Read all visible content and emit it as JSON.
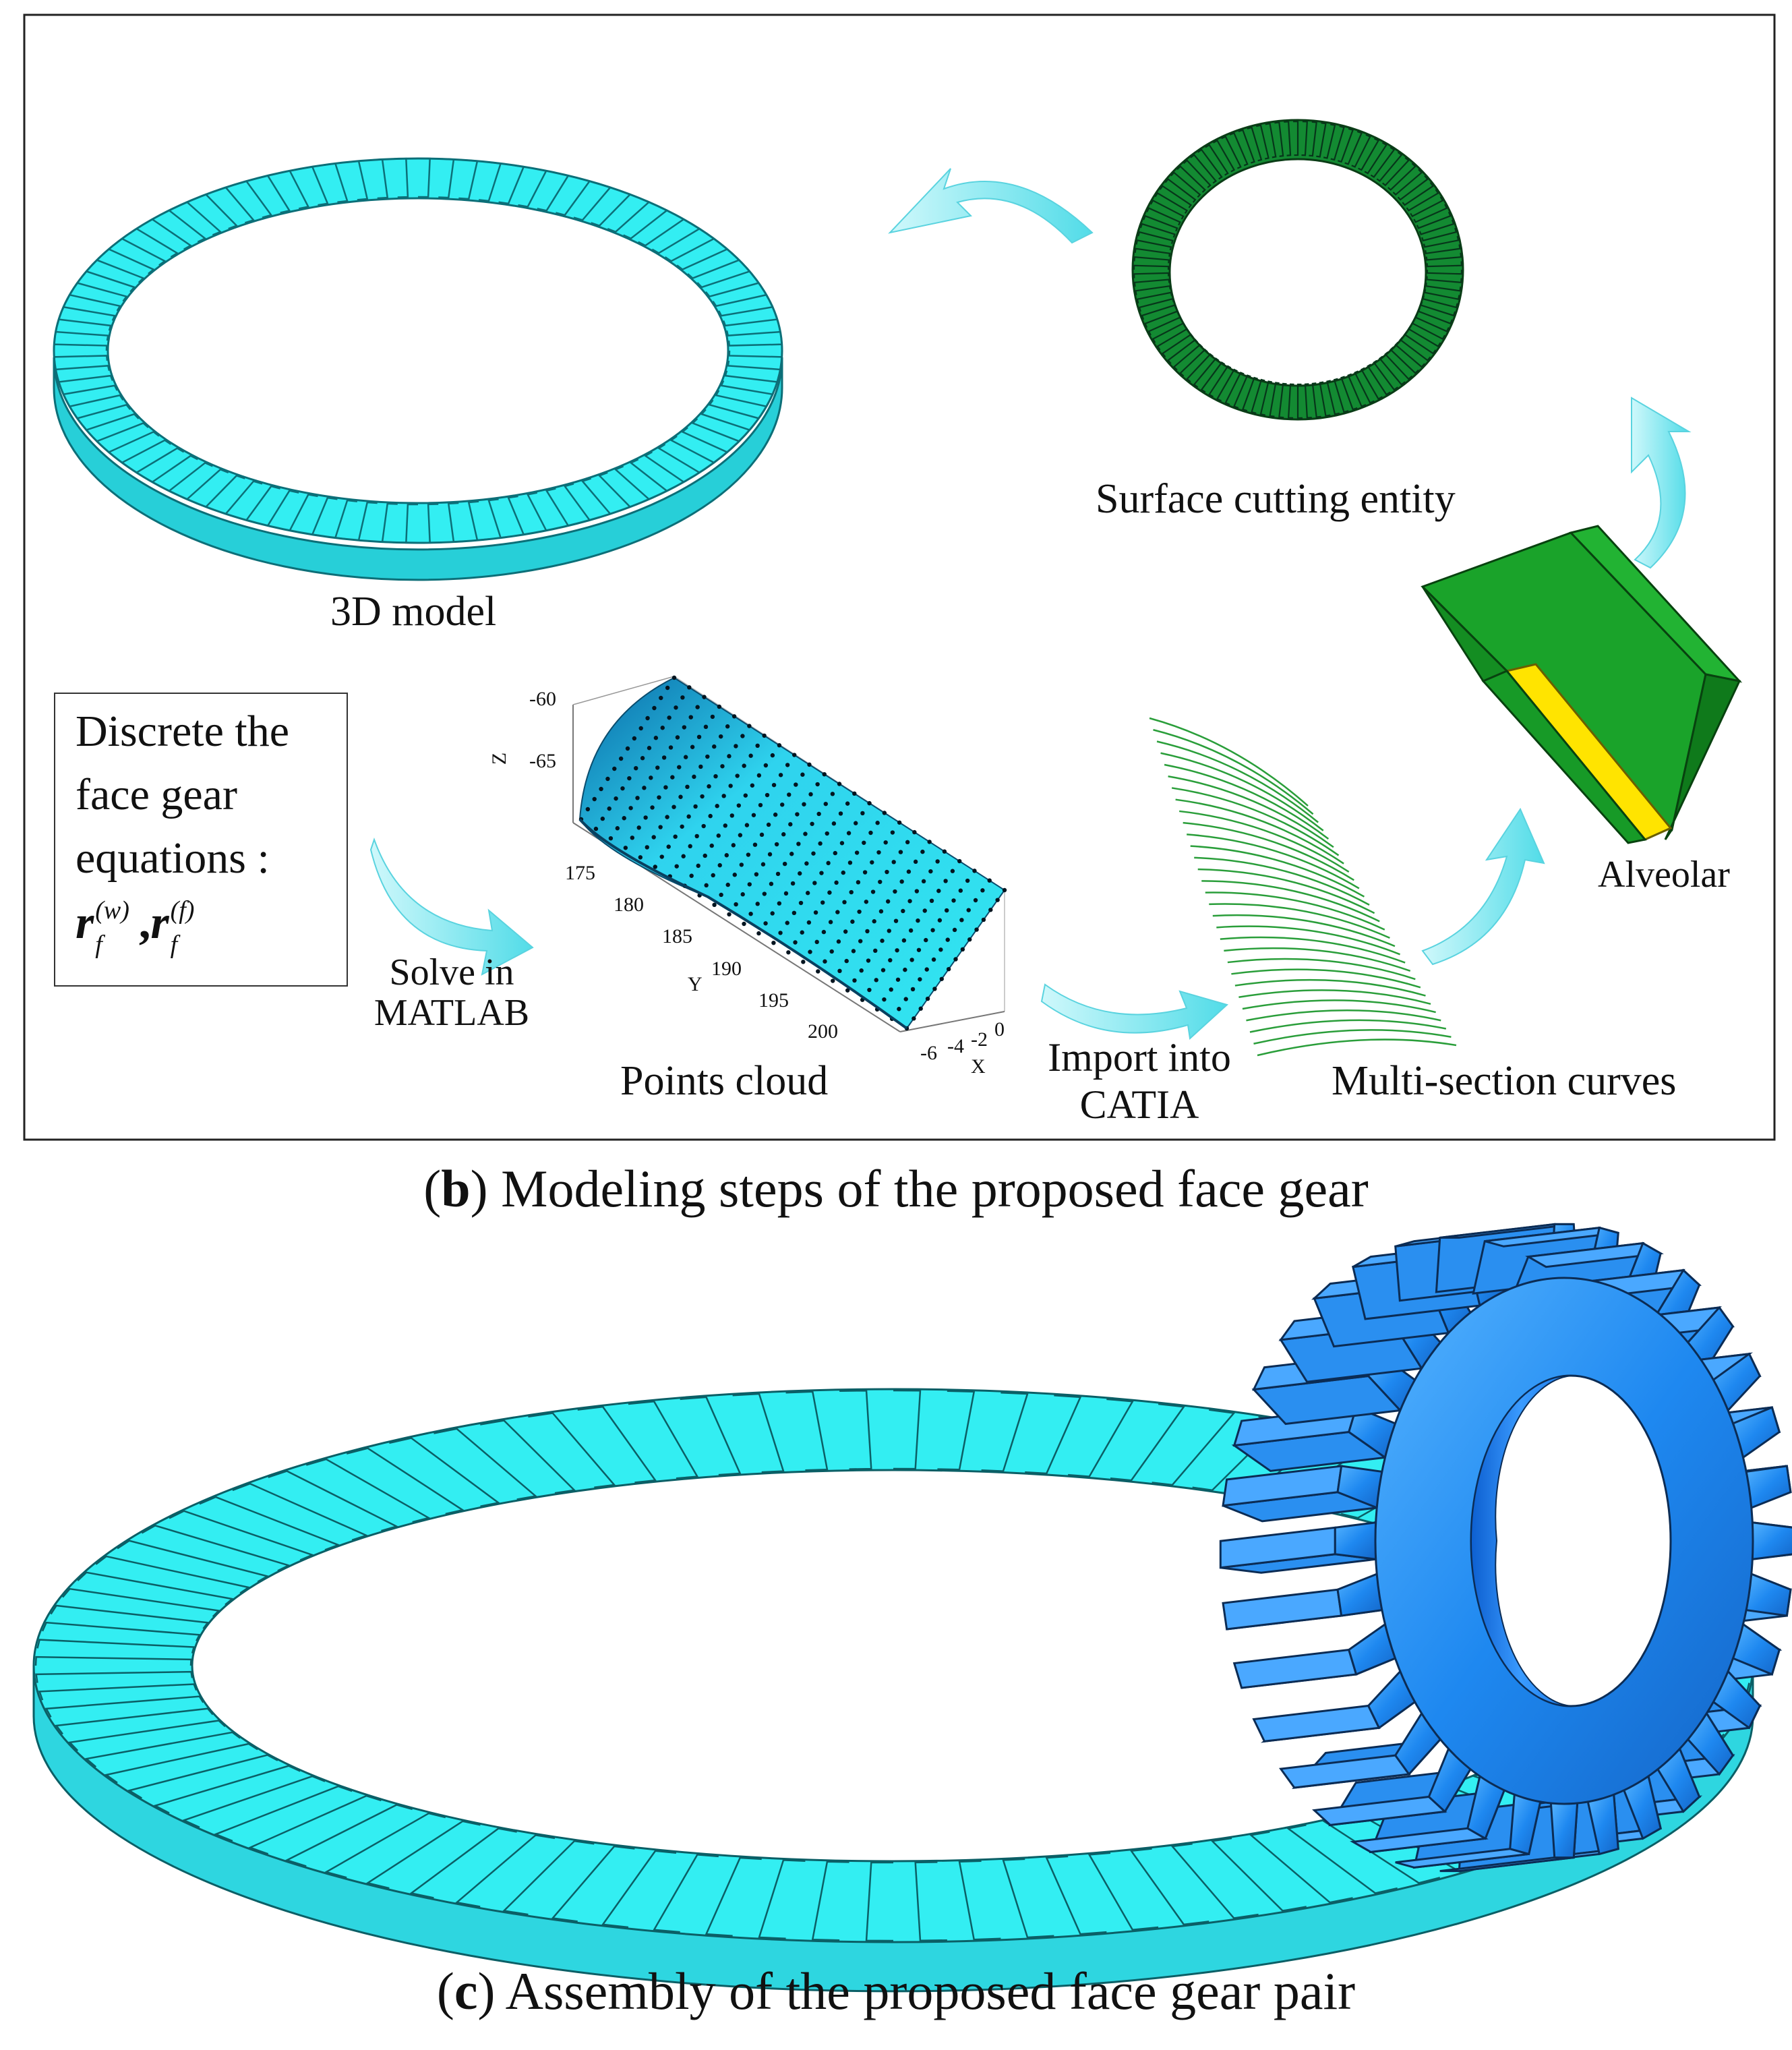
{
  "panel_b": {
    "caption_letter": "b",
    "caption_text": "Modeling steps of the proposed face gear",
    "label_3d_model": "3D model",
    "label_surface_cutting": "Surface cutting entity",
    "discrete_lines": [
      "Discrete the",
      "face gear",
      "equations :"
    ],
    "eq_r": "r",
    "eq_sub": "f",
    "eq_sup1": "(w)",
    "eq_sup2": "(f)",
    "eq_comma": ",",
    "solve_line1": "Solve in",
    "solve_line2": "MATLAB",
    "import_line1": "Import into",
    "import_line2": "CATIA",
    "label_points_cloud": "Points cloud",
    "label_multi_section": "Multi-section curves",
    "label_alveolar": "Alveolar",
    "plot_z_label": "Z",
    "plot_y_label": "Y",
    "plot_x_label": "X",
    "plot_z_ticks": [
      "-60",
      "-65"
    ],
    "plot_y_ticks": [
      "175",
      "180",
      "185",
      "190",
      "195",
      "200"
    ],
    "plot_x_ticks": [
      "-6",
      "-4",
      "-2",
      "0"
    ]
  },
  "panel_c": {
    "caption_letter": "c",
    "caption_text": "Assembly of the proposed face gear pair"
  },
  "colors": {
    "cyan_gear": "#33eef2",
    "cyan_dark": "#1fb8c8",
    "green_gear": "#1f9a3a",
    "green_light": "#22b44a",
    "alveolar_green": "#1aa32a",
    "alveolar_yellow": "#ffe400",
    "spur_blue": "#1e88f0",
    "arrow_cyan": "#6fe6ee",
    "curve_green": "#2a9e3a"
  }
}
